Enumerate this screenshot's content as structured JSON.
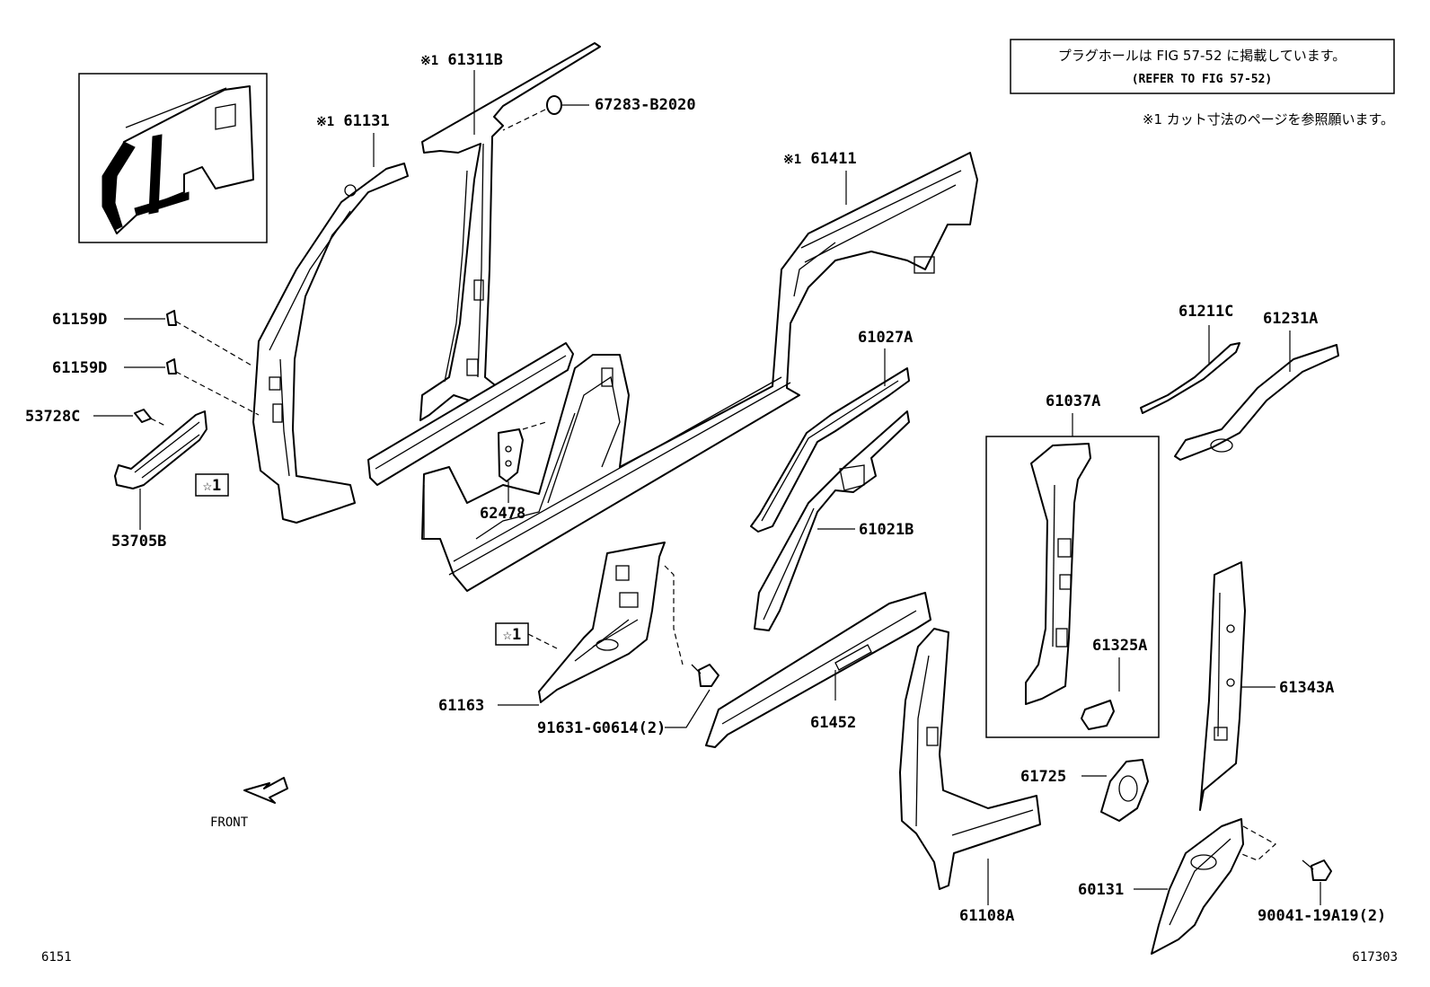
{
  "notice": {
    "line1": "プラグホールは FIG 57-52 に掲載しています。",
    "line2": "(REFER TO FIG 57-52)"
  },
  "footnote": "※1 カット寸法のページを参照願います。",
  "mark_cut": "※1",
  "mark_star": "☆1",
  "front_label": "FRONT",
  "figure_left": "6151",
  "figure_right": "617303",
  "parts": {
    "p61311B": "61311B",
    "p61131": "61131",
    "p67283": "67283-B2020",
    "p61411": "61411",
    "p61159D_a": "61159D",
    "p61159D_b": "61159D",
    "p53728C": "53728C",
    "p53705B": "53705B",
    "p62478": "62478",
    "p61027A": "61027A",
    "p61021B": "61021B",
    "p61211C": "61211C",
    "p61231A": "61231A",
    "p61037A": "61037A",
    "p61325A": "61325A",
    "p61163": "61163",
    "p91631": "91631-G0614(2)",
    "p61452": "61452",
    "p61343A": "61343A",
    "p61725": "61725",
    "p60131": "60131",
    "p61108A": "61108A",
    "p90041": "90041-19A19(2)"
  }
}
